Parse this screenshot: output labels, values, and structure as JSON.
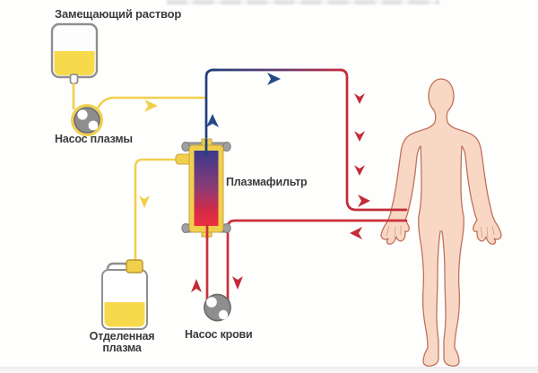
{
  "diagram": {
    "type": "plasmapheresis-schematic",
    "labels": {
      "replacement_solution": "Замещающий раствор",
      "plasma_pump": "Насос плазмы",
      "plasma_filter": "Плазмафильтр",
      "separated_plasma_line1": "Отделенная",
      "separated_plasma_line2": "плазма",
      "blood_pump": "Насос крови"
    },
    "nodes": [
      {
        "id": "replacement-solution-bag",
        "label": "Замещающий раствор"
      },
      {
        "id": "plasma-pump",
        "label": "Насос плазмы"
      },
      {
        "id": "plasma-filter",
        "label": "Плазмафильтр"
      },
      {
        "id": "separated-plasma-canister",
        "label": "Отделенная плазма"
      },
      {
        "id": "blood-pump",
        "label": "Насос крови"
      },
      {
        "id": "patient-body",
        "label": ""
      }
    ],
    "flows": [
      {
        "name": "replacement-solution-to-return-line",
        "color": "#f0d04b",
        "direction": "bag → plasma pump → junction with blood return line"
      },
      {
        "name": "separated-plasma-to-canister",
        "color": "#f0d04b",
        "direction": "filter side port ↓ canister"
      },
      {
        "name": "clean-blood-return",
        "color_start": "#20407c",
        "color_end": "#c22b38",
        "direction": "filter top ↑ → patient arm"
      },
      {
        "name": "blood-draw",
        "color": "#cc2f3b",
        "direction": "patient arm → blood pump ↑ filter bottom"
      }
    ],
    "colors": {
      "plasma_line": "#f0d04b",
      "bag_fluid": "#f7da4b",
      "blood_return_blue": "#20407c",
      "blood_red": "#c52b38",
      "filter_gradient_top": "#3a3a8e",
      "filter_gradient_bottom": "#ee3040",
      "pump_body": "#8e8e8e",
      "skin": "#f8d8c4",
      "skin_outline": "#c1715c",
      "label_text": "#3b3b3b"
    }
  }
}
